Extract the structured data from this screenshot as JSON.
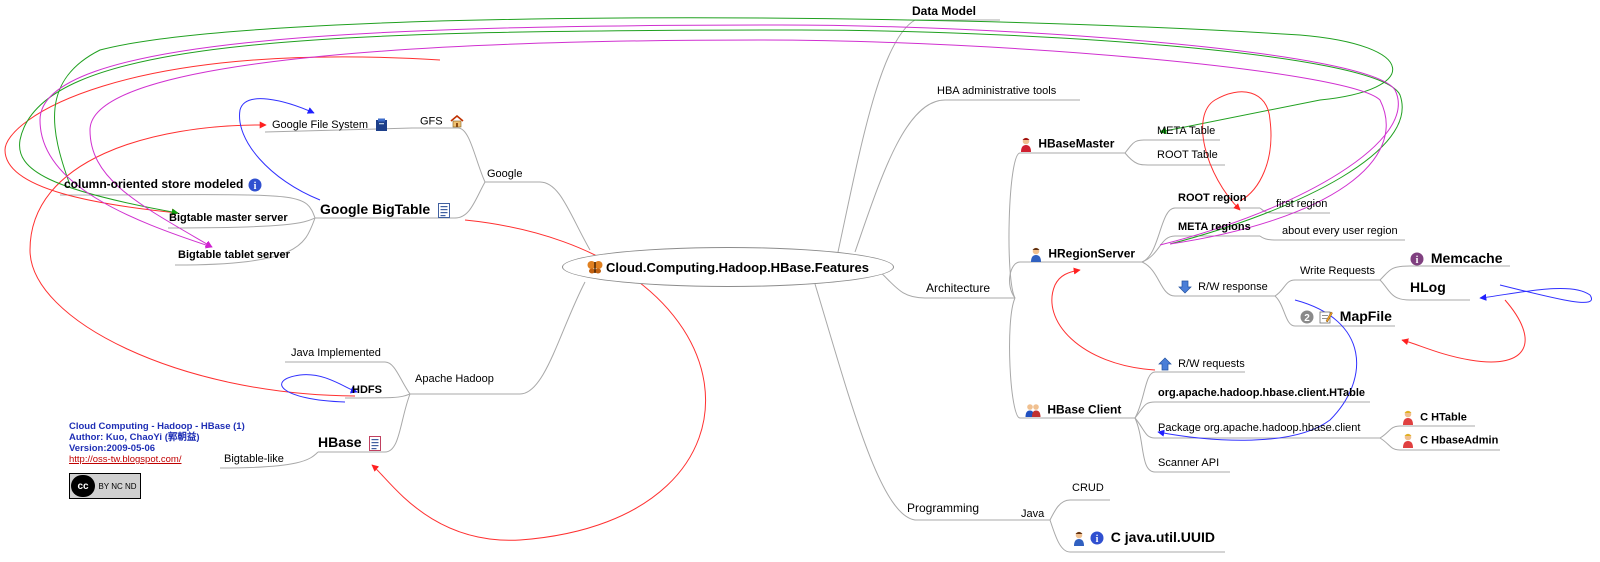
{
  "central_topic": "Cloud.Computing.Hadoop.HBase.Features",
  "left": {
    "google": {
      "label": "Google",
      "gfs": "GFS",
      "google_file_system": "Google File System",
      "bigtable": "Google BigTable",
      "column_oriented": "column-oriented store modeled",
      "bigtable_master": "Bigtable master server",
      "bigtable_tablet": "Bigtable tablet server"
    },
    "apache": {
      "label": "Apache Hadoop",
      "java_implemented": "Java Implemented",
      "hdfs": "HDFS",
      "hbase": "HBase",
      "bigtable_like": "Bigtable-like"
    }
  },
  "right": {
    "data_model": "Data Model",
    "hba_tools": "HBA administrative tools",
    "architecture": {
      "label": "Architecture",
      "hbasemaster": "HBaseMaster",
      "meta_table": "META Table",
      "root_table": "ROOT Table",
      "hregionserver": "HRegionServer",
      "root_region": "ROOT region",
      "first_region": "first region",
      "meta_regions": "META regions",
      "every_user_region": "about every user region",
      "rw_response": "R/W response",
      "write_requests": "Write Requests",
      "memcache": "Memcache",
      "hlog": "HLog",
      "mapfile": "MapFile",
      "hbase_client": "HBase Client",
      "rw_requests": "R/W requests",
      "htable_class": "org.apache.hadoop.hbase.client.HTable",
      "package": "Package org.apache.hadoop.hbase.client",
      "c_htable": "C HTable",
      "c_hbaseadmin": "C HbaseAdmin",
      "scanner_api": "Scanner API"
    },
    "programming": {
      "label": "Programming",
      "java": "Java",
      "crud": "CRUD",
      "uuid": "C java.util.UUID"
    }
  },
  "credit": {
    "line1": "Cloud Computing - Hadoop - HBase (1)",
    "line2": "Author: Kuo, ChaoYi (郭朝益)",
    "line3": "Version:2009-05-06",
    "url": "http://oss-tw.blogspot.com/",
    "license": "BY NC ND",
    "license_mark": "cc"
  },
  "colors": {
    "line": "#a8a8a8",
    "red_arrow": "#ff3030",
    "blue_arrow": "#3030ff",
    "green_arrow": "#20a020",
    "magenta_arrow": "#d030d0",
    "credit_text": "#1f2fb5"
  }
}
